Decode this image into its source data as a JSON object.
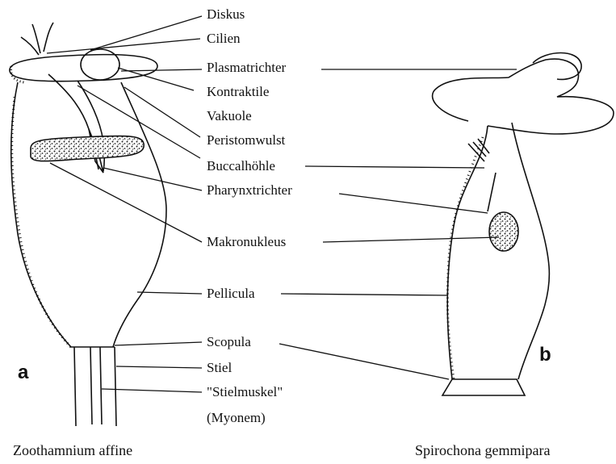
{
  "labels": {
    "diskus": "Diskus",
    "cilien": "Cilien",
    "plasmatrichter": "Plasmatrichter",
    "kontraktile": "Kontraktile",
    "vakuole": "Vakuole",
    "peristomwulst": "Peristomwulst",
    "buccalhoehle": "Buccalhöhle",
    "pharynxtrichter": "Pharynxtrichter",
    "makronukleus": "Makronukleus",
    "pellicula": "Pellicula",
    "scopula": "Scopula",
    "stiel": "Stiel",
    "stielmuskel": "\"Stielmuskel\"",
    "myonem": "(Myonem)"
  },
  "panels": {
    "a": "a",
    "b": "b"
  },
  "species": {
    "left": "Zoothamnium affine",
    "right": "Spirochona gemmipara"
  },
  "colors": {
    "ink": "#111111",
    "background": "#ffffff"
  }
}
